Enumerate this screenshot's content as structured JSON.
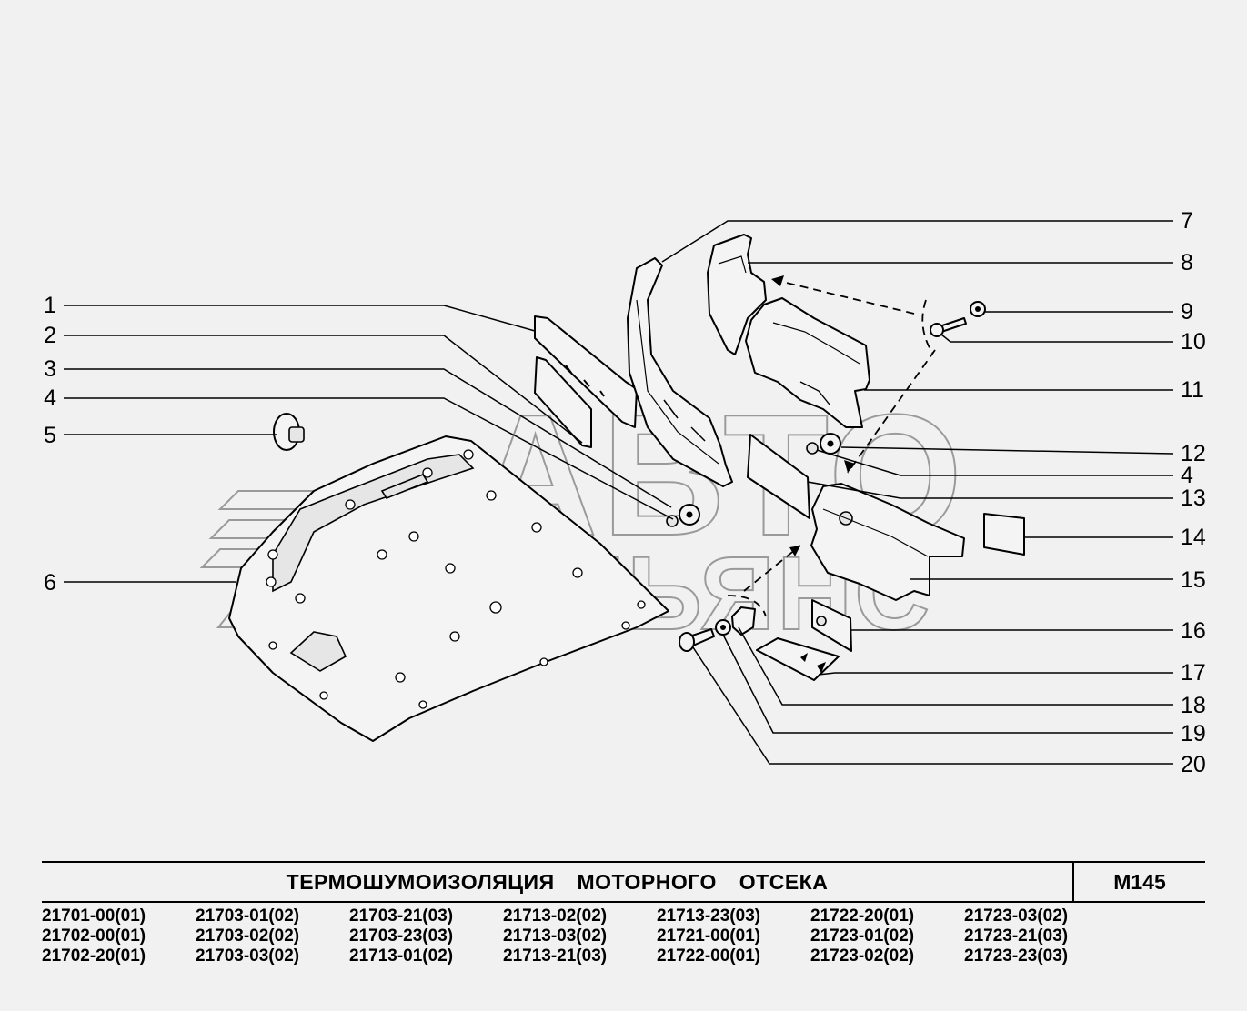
{
  "watermark": {
    "line1": "АВТО",
    "line2": "АЛЬЯНС"
  },
  "callouts": [
    {
      "id": "c1",
      "text": "1"
    },
    {
      "id": "c2",
      "text": "2"
    },
    {
      "id": "c3",
      "text": "3"
    },
    {
      "id": "c4a",
      "text": "4"
    },
    {
      "id": "c5",
      "text": "5"
    },
    {
      "id": "c6",
      "text": "6"
    },
    {
      "id": "c7",
      "text": "7"
    },
    {
      "id": "c8",
      "text": "8"
    },
    {
      "id": "c9",
      "text": "9"
    },
    {
      "id": "c10",
      "text": "10"
    },
    {
      "id": "c11",
      "text": "11"
    },
    {
      "id": "c12",
      "text": "12"
    },
    {
      "id": "c4b",
      "text": "4"
    },
    {
      "id": "c13",
      "text": "13"
    },
    {
      "id": "c14",
      "text": "14"
    },
    {
      "id": "c15",
      "text": "15"
    },
    {
      "id": "c16",
      "text": "16"
    },
    {
      "id": "c17",
      "text": "17"
    },
    {
      "id": "c18",
      "text": "18"
    },
    {
      "id": "c19",
      "text": "19"
    },
    {
      "id": "c20",
      "text": "20"
    }
  ],
  "footer": {
    "title": "ТЕРМОШУМОИЗОЛЯЦИЯ МОТОРНОГО ОТСЕКА",
    "code": "М145",
    "models": [
      "21701-00(01)",
      "21703-01(02)",
      "21703-21(03)",
      "21713-02(02)",
      "21713-23(03)",
      "21722-20(01)",
      "21723-03(02)",
      "21702-00(01)",
      "21703-02(02)",
      "21703-23(03)",
      "21713-03(02)",
      "21721-00(01)",
      "21723-01(02)",
      "21723-21(03)",
      "21702-20(01)",
      "21703-03(02)",
      "21713-01(02)",
      "21713-21(03)",
      "21722-00(01)",
      "21723-02(02)",
      "21723-23(03)"
    ]
  }
}
